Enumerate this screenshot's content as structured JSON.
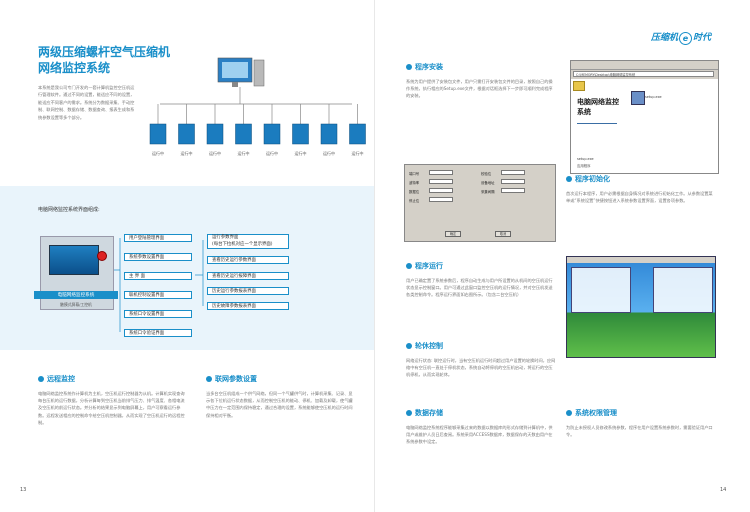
{
  "left_page": {
    "title_line1": "两级压缩螺杆空气压缩机",
    "title_line2": "网络监控系统",
    "intro": "本系统是我公司专门开发的一套计算机监控空压机运行管理软件。通过不同的设置，能适应不同的设置，能适应不同客户的需求。系统分为数据采集、手动控制、联网控制、数据存储、数据查询、报表生成和系统参数设置等多个部分。",
    "network_labels": [
      "运行中",
      "运行中",
      "运行中",
      "运行中",
      "运行中",
      "运行中",
      "运行中",
      "运行中"
    ],
    "band_title": "电脑网络监控系统界面组成:",
    "panel_label": "电脑网络监控系统",
    "panel_sub": "触摸式屏幕/工控机",
    "flow_left": [
      "用户登陆管理界面",
      "系统参数设置界面",
      "主 界 面",
      "联机控制设置界面",
      "系统口令设置界面",
      "系统口令验证界面"
    ],
    "flow_right": [
      "运行参数界面\n(每台下拉机对应一个显示界面)",
      "查看历史运行参数界面",
      "查看历史运行报障界面",
      "历史运行参数报表界面",
      "历史故障参数报表界面"
    ],
    "sections": [
      {
        "title": "远程监控",
        "text": "电脑网络监控系统作计算机为主机，空压机运行控制器为从机。计算机实现查询每台压机的运行数据，分析计算每到空压机当前排气压力、排气温度、各相电流及空压机的前运行状态。并分析的结果显示到电脑屏幕上，用户可察看运行参数。远程发送相应的控制命令给空压机控制器，从而实现了空压机运行的远程控制。"
      },
      {
        "title": "联网参数设置",
        "text": "当多台空压机组成一个供气网络，但同一个气罐供气时，计算机采集、记录、显示各下位机运行状态数据，从而控制空压机的能动、停机、加载及卸载，使气罐中压力在一定范围内保持稳定，通过合理的设置，系统能够使空压机的运行时间保持相对平衡。"
      }
    ],
    "page_number": "13"
  },
  "right_page": {
    "logo_text1": "压缩机",
    "logo_e": "e",
    "logo_text2": "时代",
    "sections": [
      {
        "title": "程序安装",
        "text": "系统为用户提供了安装包文件，用户只需打开安装包文件的目录，按照自己的操作系统，执行相应的Setup.exe文件，根据对话框选择下一步即可顺利完成程序的安装。"
      },
      {
        "title": "程序初始化",
        "text": "首次运行本程序，用户必需根据自身情况对系统进行初始化工作。从参数设置菜单或“系统设置”快捷按钮进入系统参数设置界面，设置各项参数。"
      },
      {
        "title": "程序运行",
        "text": "用户已确定置了系统参数后，程序自动生成与用户所设置的从机间的空压机运行状态显示控制窗口。用户可通过此窗口监控空压机的运行情况，并对空压机发送各类控制命令。程序运行界面如右图所示。（包含二台空压机）"
      },
      {
        "title": "轮休控制",
        "text": "网络运行状态: 联控运行时，当有空压机运行时间超过用户设置的轮换时间，应网络中有空压机一直处于停机状态，系统自动将停机的空压机启动，将运行的空压机停机，从而实现轮休。"
      },
      {
        "title": "数据存储",
        "text": "电脑网络监控系统程序能够采集过来的数据以数据库的形式存储到计算机中，供用户或维护人员日后查阅。系统采用ACCESS数据库，数据保存的天数由用户在系统参数中设定。"
      },
      {
        "title": "系统权限管理",
        "text": "为防止未授权人员修改系统参数，程序在用户设置系统参数时，需要验证用户口令。"
      }
    ],
    "install_window": {
      "path": "C:\\MEMORY\\Desktop\\电脑网络监控系统",
      "heading_line1": "电脑网络监控",
      "heading_line2": "系统",
      "file_name": "setup.exe",
      "file_desc": "应用程序"
    },
    "form_window": {
      "fields": [
        "端口号",
        "波特率",
        "数据位",
        "停止位",
        "校验位",
        "设备地址",
        "采集间隔"
      ],
      "ok": "确定",
      "cancel": "取消"
    },
    "page_number": "14"
  },
  "colors": {
    "accent": "#1a8fc9",
    "band": "#e9f4fb",
    "text": "#777777"
  }
}
